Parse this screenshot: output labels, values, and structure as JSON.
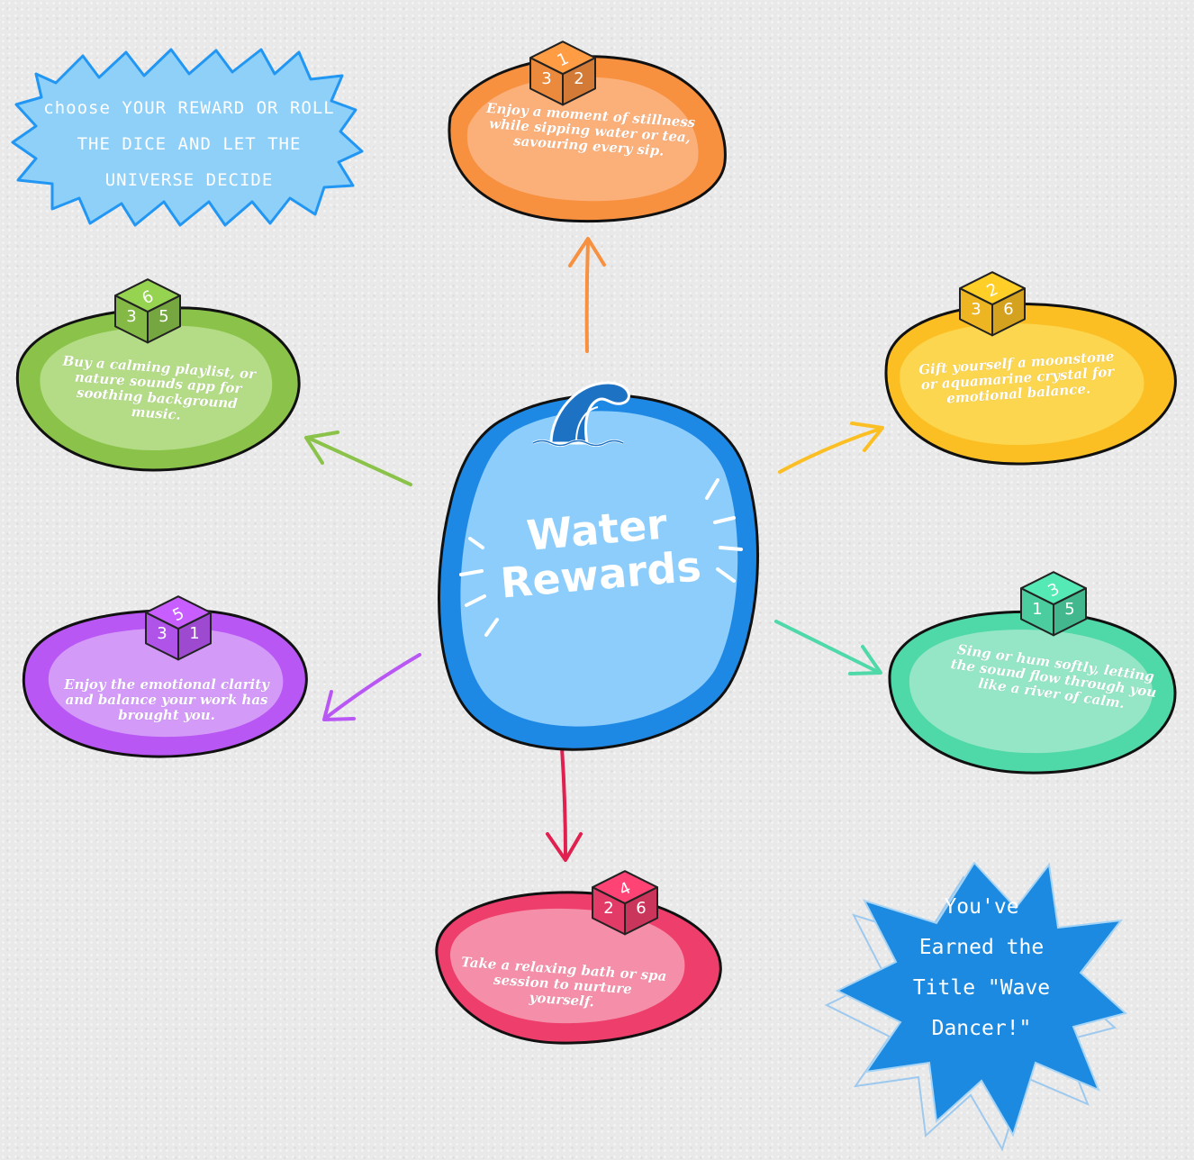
{
  "header": {
    "instruction": "choose YOUR REWARD OR ROLL THE DICE AND LET THE UNIVERSE DECIDE"
  },
  "center": {
    "title_line1": "Water",
    "title_line2": "Rewards",
    "icon": "wave-icon"
  },
  "rewards": [
    {
      "id": "orange",
      "text": "Enjoy a moment of stillness while sipping water or tea, savouring every sip.",
      "die": {
        "top": "1",
        "left": "3",
        "right": "2"
      },
      "color": "#f7903f"
    },
    {
      "id": "yellow",
      "text": "Gift yourself a moonstone or aquamarine crystal for emotional balance.",
      "die": {
        "top": "2",
        "left": "3",
        "right": "6"
      },
      "color": "#fbbf24"
    },
    {
      "id": "teal",
      "text": "Sing or hum softly, letting the sound flow through you like a river of calm.",
      "die": {
        "top": "3",
        "left": "1",
        "right": "5"
      },
      "color": "#4fd8a8"
    },
    {
      "id": "pink",
      "text": "Take a relaxing bath or spa session to nurture yourself.",
      "die": {
        "top": "4",
        "left": "2",
        "right": "6"
      },
      "color": "#ee3e6c"
    },
    {
      "id": "purple",
      "text": "Enjoy the emotional clarity and balance your work has brought you.",
      "die": {
        "top": "5",
        "left": "3",
        "right": "1"
      },
      "color": "#b957f5"
    },
    {
      "id": "green",
      "text": "Buy a calming playlist, or nature sounds app for soothing background music.",
      "die": {
        "top": "6",
        "left": "3",
        "right": "5"
      },
      "color": "#8bc34a"
    }
  ],
  "badge": {
    "text": "You've Earned the Title \"Wave Dancer!\""
  },
  "colors": {
    "center_blue": "#1e88e5",
    "light_blue": "#8ccdfb",
    "badge_blue": "#1c8ae0"
  }
}
